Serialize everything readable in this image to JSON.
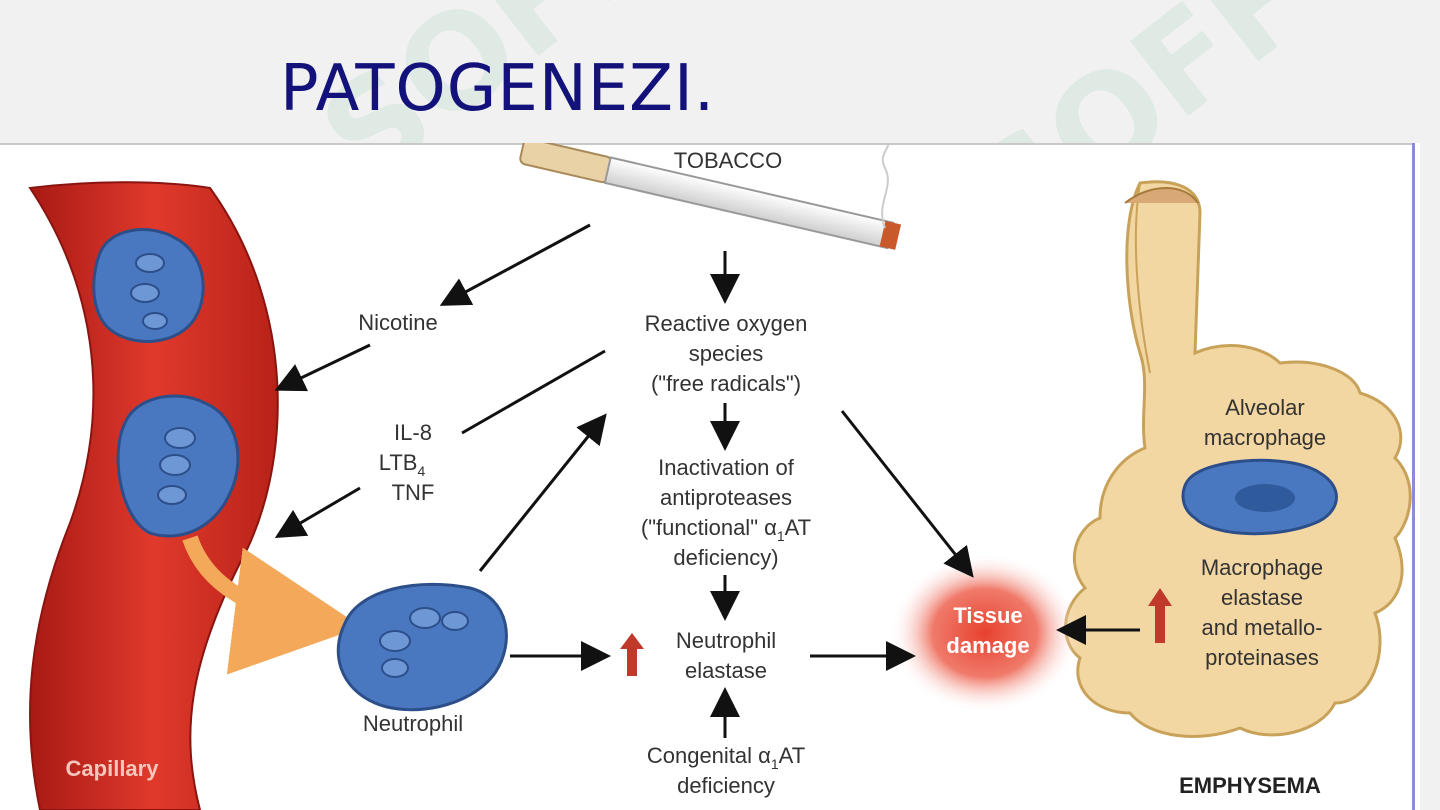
{
  "slide": {
    "title": "PATOGENEZI."
  },
  "diagram": {
    "tobacco": "TOBACCO",
    "nicotine": "Nicotine",
    "ros": [
      "Reactive oxygen",
      "species",
      "(\"free radicals\")"
    ],
    "mediators": {
      "il8": "IL-8",
      "ltb": "LTB",
      "ltb_sub": "4",
      "tnf": "TNF"
    },
    "inactivation": [
      "Inactivation of",
      "antiproteases",
      "(\"functional\" α",
      "AT",
      "deficiency)"
    ],
    "alpha_sub": "1",
    "neutrophil_elastase": [
      "Neutrophil",
      "elastase"
    ],
    "congenital": [
      "Congenital α",
      "AT",
      "deficiency"
    ],
    "neutrophil": "Neutrophil",
    "capillary": "Capillary",
    "tissue_damage": [
      "Tissue",
      "damage"
    ],
    "alveolar_macrophage": [
      "Alveolar",
      "macrophage"
    ],
    "macrophage_elastase": [
      "Macrophage",
      "elastase",
      "and metallo-",
      "proteinases"
    ],
    "emphysema": "EMPHYSEMA"
  },
  "watermark": "SOFF",
  "colors": {
    "title": "#12127a",
    "capillary": "#c8281e",
    "cell": "#4a78c0",
    "alveolus": "#f3d7a3",
    "arrow_up": "#c0392b"
  }
}
